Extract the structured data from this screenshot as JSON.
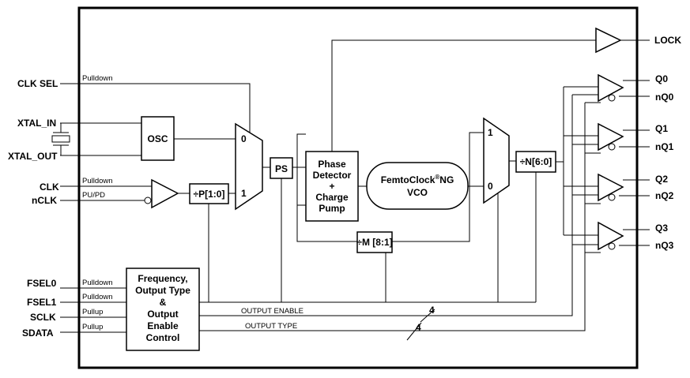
{
  "pins_left": {
    "clk_sel": "CLK SEL",
    "xtal_in": "XTAL_IN",
    "xtal_out": "XTAL_OUT",
    "clk": "CLK",
    "nclk": "nCLK",
    "fsel0": "FSEL0",
    "fsel1": "FSEL1",
    "sclk": "SCLK",
    "sdata": "SDATA"
  },
  "pin_notes": {
    "clk_sel": "Pulldown",
    "clk": "Pulldown",
    "nclk": "PU/PD",
    "fsel0": "Pulldown",
    "fsel1": "Pulldown",
    "sclk": "Pullup",
    "sdata": "Pullup"
  },
  "pins_right": {
    "lock": "LOCK",
    "q0": "Q0",
    "nq0": "nQ0",
    "q1": "Q1",
    "nq1": "nQ1",
    "q2": "Q2",
    "nq2": "nQ2",
    "q3": "Q3",
    "nq3": "nQ3"
  },
  "blocks": {
    "osc": "OSC",
    "div_p": "÷P[1:0]",
    "ps": "PS",
    "pfd": [
      "Phase",
      "Detector",
      "+",
      "Charge",
      "Pump"
    ],
    "vco_name": "FemtoClock",
    "vco_reg": "®",
    "vco_suffix": "NG",
    "vco_line2": "VCO",
    "div_m": "÷M [8:1]",
    "div_n": "÷N[6:0]",
    "control": [
      "Frequency,",
      "Output Type",
      "&",
      "Output",
      "Enable",
      "Control"
    ]
  },
  "mux": {
    "in0": "0",
    "in1": "1"
  },
  "buses": {
    "output_enable": "OUTPUT ENABLE",
    "output_type": "OUTPUT TYPE",
    "width_enable": "4",
    "width_type": "4"
  }
}
